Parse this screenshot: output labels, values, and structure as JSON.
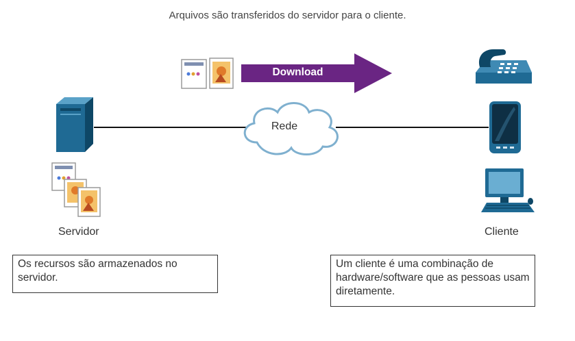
{
  "caption": "Arquivos são transferidos do servidor para o cliente.",
  "arrow": {
    "label": "Download",
    "color": "#6a2583"
  },
  "cloud": {
    "label": "Rede"
  },
  "server": {
    "label": "Servidor",
    "icon": "server-tower-icon",
    "note": "Os recursos são armazenados no servidor."
  },
  "client": {
    "label": "Cliente",
    "devices": [
      "desk-phone-icon",
      "smartphone-icon",
      "desktop-computer-icon"
    ],
    "note": "Um cliente é uma combinação de hardware/software que as pessoas usam diretamente."
  },
  "colors": {
    "device_blue": "#1f6a94",
    "device_dark": "#0e4766",
    "cloud_stroke": "#7fb0cf",
    "line": "#111111"
  }
}
